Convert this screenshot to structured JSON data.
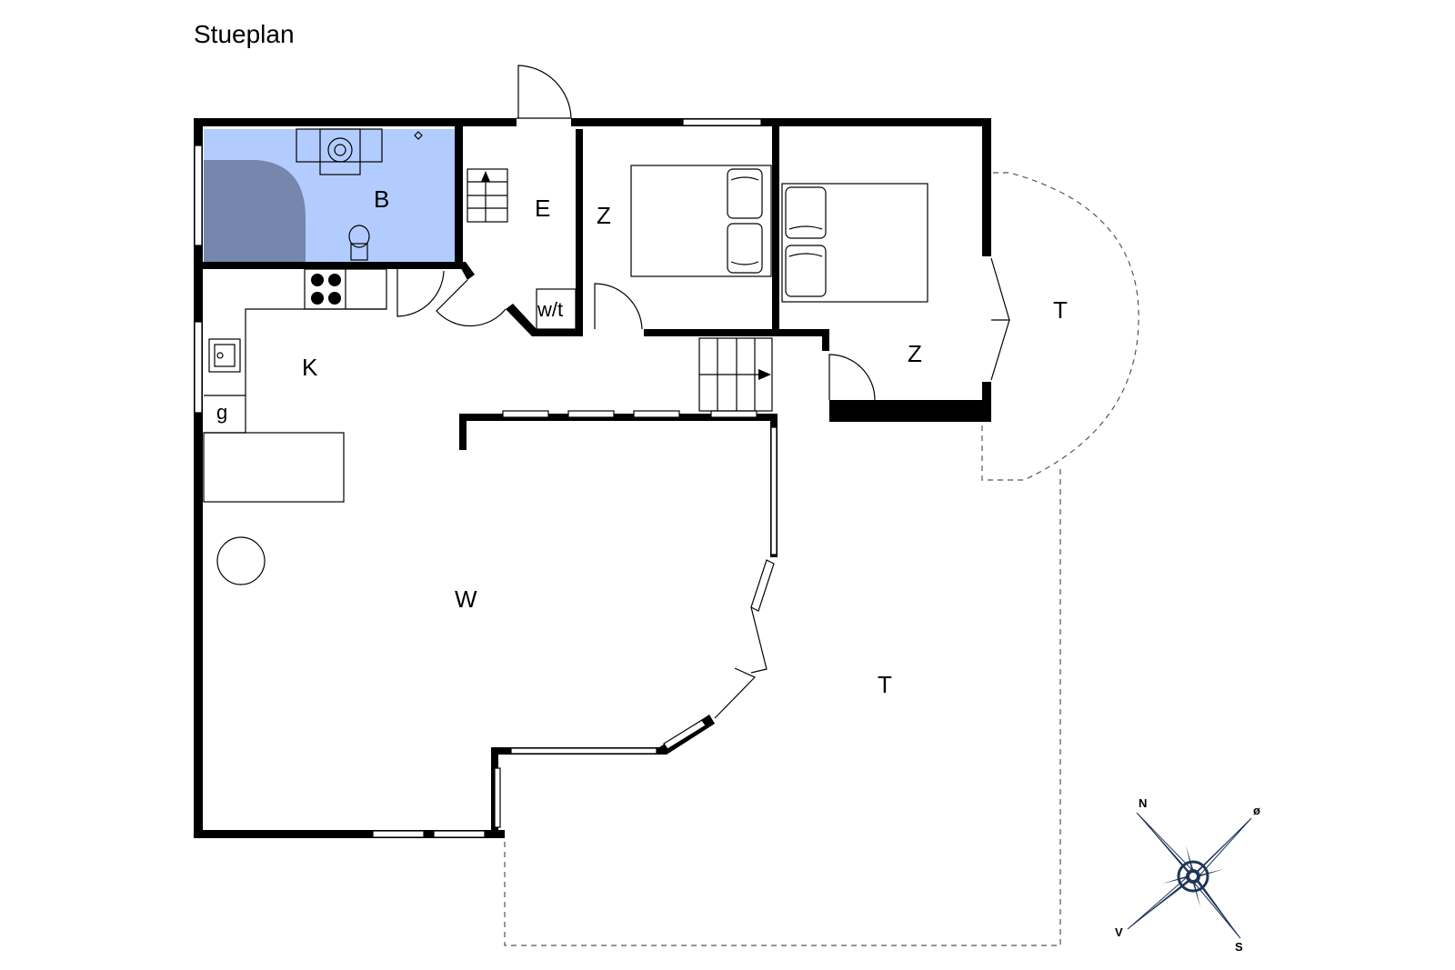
{
  "title": "Stueplan",
  "rooms": {
    "bath": "B",
    "entrance": "E",
    "bedroom_1": "Z",
    "bedroom_2": "Z",
    "kitchen": "K",
    "living": "W",
    "terrace_east": "T",
    "terrace_south": "T"
  },
  "fixtures": {
    "toilet_closet": "w/t",
    "g": "g"
  },
  "compass": {
    "north": "N",
    "east": "ø",
    "south": "S",
    "west": "V"
  },
  "colors": {
    "bath_floor": "#b3ccff",
    "shower_area": "#7686ac",
    "wall": "#000000",
    "compass_navy": "#1f3556"
  }
}
